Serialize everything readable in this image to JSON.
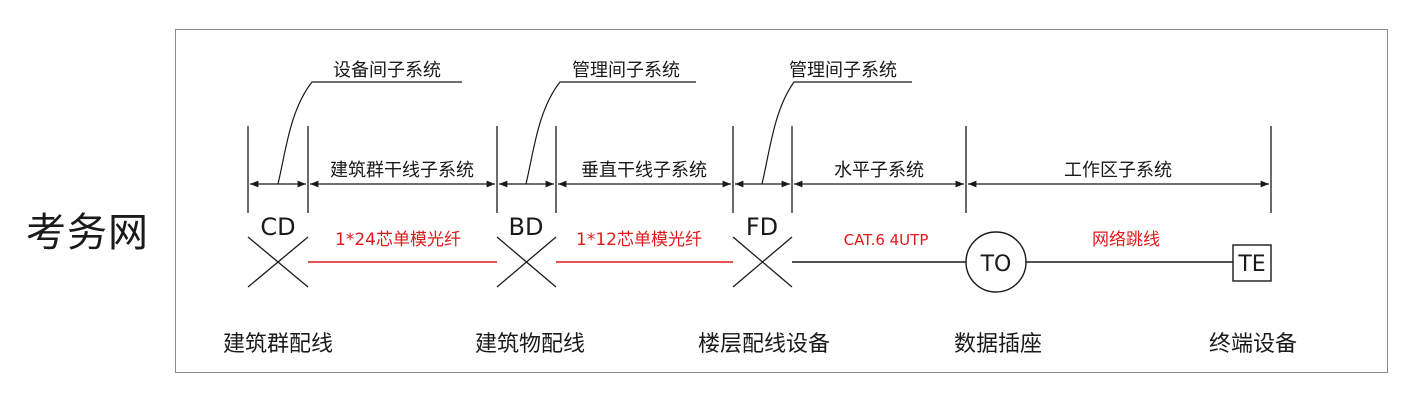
{
  "watermark": "考务网",
  "subsystems_top": {
    "equipment_room_1": "设备间子系统",
    "admin_room_1": "管理间子系统",
    "admin_room_2": "管理间子系统"
  },
  "segments": {
    "campus_backbone": "建筑群干线子系统",
    "vertical_backbone": "垂直干线子系统",
    "horizontal": "水平子系统",
    "work_area": "工作区子系统"
  },
  "nodes": {
    "cd": "CD",
    "bd": "BD",
    "fd": "FD",
    "to": "TO",
    "te": "TE"
  },
  "cables": {
    "cd_bd": "1*24芯单模光纤",
    "bd_fd": "1*12芯单模光纤",
    "fd_to": "CAT.6 4UTP",
    "to_te": "网络跳线"
  },
  "bottom_labels": {
    "campus_distributor": "建筑群配线",
    "building_distributor": "建筑物配线",
    "floor_distributor": "楼层配线设备",
    "outlet": "数据插座",
    "terminal": "终端设备"
  },
  "colors": {
    "line": "#1a1a1a",
    "fiber": "#e01a1a",
    "cable_label": "#e01a1a"
  }
}
